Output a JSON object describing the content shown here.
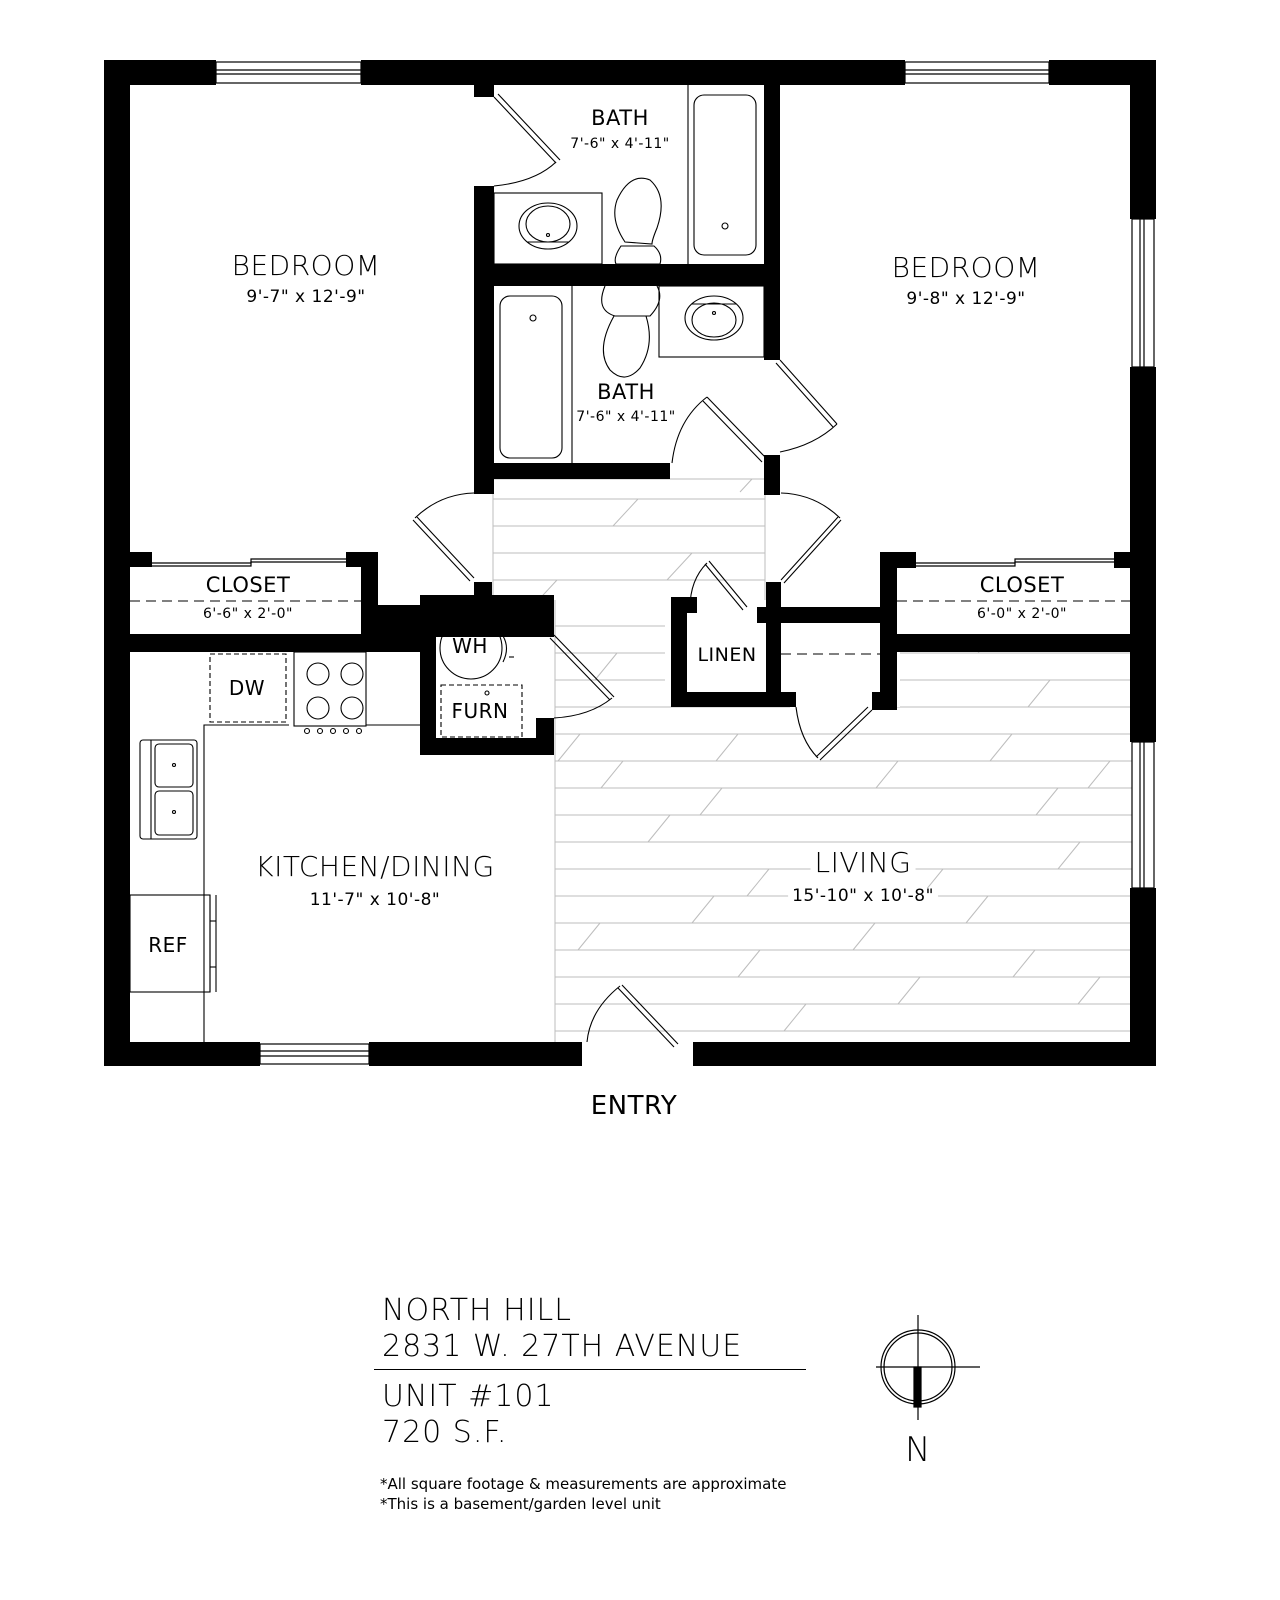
{
  "rooms": {
    "bedroom_left": {
      "name": "BEDROOM",
      "dims": "9'-7\" x 12'-9\""
    },
    "bedroom_right": {
      "name": "BEDROOM",
      "dims": "9'-8\" x 12'-9\""
    },
    "bath_upper": {
      "name": "BATH",
      "dims": "7'-6\" x 4'-11\""
    },
    "bath_lower": {
      "name": "BATH",
      "dims": "7'-6\" x 4'-11\""
    },
    "closet_left": {
      "name": "CLOSET",
      "dims": "6'-6\" x 2'-0\""
    },
    "closet_right": {
      "name": "CLOSET",
      "dims": "6'-0\" x 2'-0\""
    },
    "linen": {
      "name": "LINEN"
    },
    "kitchen": {
      "name": "KITCHEN/DINING",
      "dims": "11'-7\" x 10'-8\""
    },
    "living": {
      "name": "LIVING",
      "dims": "15'-10\" x 10'-8\""
    }
  },
  "appliances": {
    "dishwasher": "DW",
    "water_heater": "WH",
    "furnace": "FURN",
    "refrigerator": "REF"
  },
  "entry_label": "ENTRY",
  "title_block": {
    "building": "NORTH HILL",
    "address": "2831 W. 27TH AVENUE",
    "unit": "UNIT #101",
    "area": "720 S.F."
  },
  "notes": [
    "*All square footage & measurements are approximate",
    "*This is a basement/garden level unit"
  ],
  "north_arrow": {
    "label": "N"
  }
}
